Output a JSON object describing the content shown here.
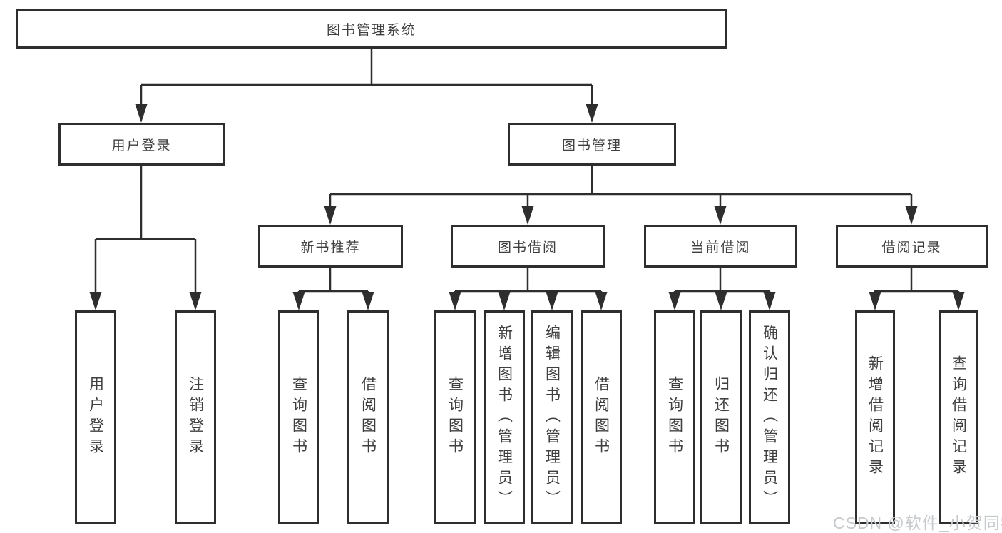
{
  "diagram": {
    "nodes": {
      "root": "图书管理系统",
      "level2": [
        "用户登录",
        "图书管理"
      ],
      "level3": [
        "新书推荐",
        "图书借阅",
        "当前借阅",
        "借阅记录"
      ],
      "leaves_user_login": [
        "用户登录",
        "注销登录"
      ],
      "leaves_new_book": [
        "查询图书",
        "借阅图书"
      ],
      "leaves_book_borrow": [
        "查询图书",
        "新增图书（管理员）",
        "编辑图书（管理员）",
        "借阅图书"
      ],
      "leaves_current_borrow": [
        "查询图书",
        "归还图书",
        "确认归还（管理员）"
      ],
      "leaves_borrow_record": [
        "新增借阅记录",
        "查询借阅记录"
      ]
    },
    "colors": {
      "line": "#2e2e2e",
      "text": "#3f3f3f",
      "watermark_text": "#c7cacd",
      "background": "#ffffff"
    }
  },
  "watermark": "CSDN @软件_小贺同学"
}
